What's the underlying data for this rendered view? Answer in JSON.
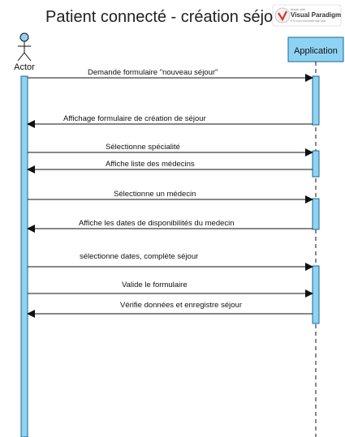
{
  "title": "Patient connecté - création séjour",
  "watermark": {
    "line1": "Made with",
    "brand": "Visual Paradigm",
    "line3": "For non-commercial use"
  },
  "actor": {
    "label": "Actor",
    "color": "#8fd3f4"
  },
  "application": {
    "label": "Application",
    "color": "#8fd3f4"
  },
  "messages": [
    {
      "text": "Demande formulaire \"nouveau séjour\"",
      "direction": "right"
    },
    {
      "text": "Affichage formulaire de création de séjour",
      "direction": "left"
    },
    {
      "text": "Sélectionne spécialité",
      "direction": "right"
    },
    {
      "text": "Affiche liste des médecins",
      "direction": "left"
    },
    {
      "text": "Sélectionne un médecin",
      "direction": "right"
    },
    {
      "text": "Affiche les dates de disponibilités du medecin",
      "direction": "left"
    },
    {
      "text": "sélectionne dates, complète séjour",
      "direction": "right"
    },
    {
      "text": "Valide le formulaire",
      "direction": "right"
    },
    {
      "text": "Vérifie données et enregistre séjour",
      "direction": "left"
    }
  ]
}
